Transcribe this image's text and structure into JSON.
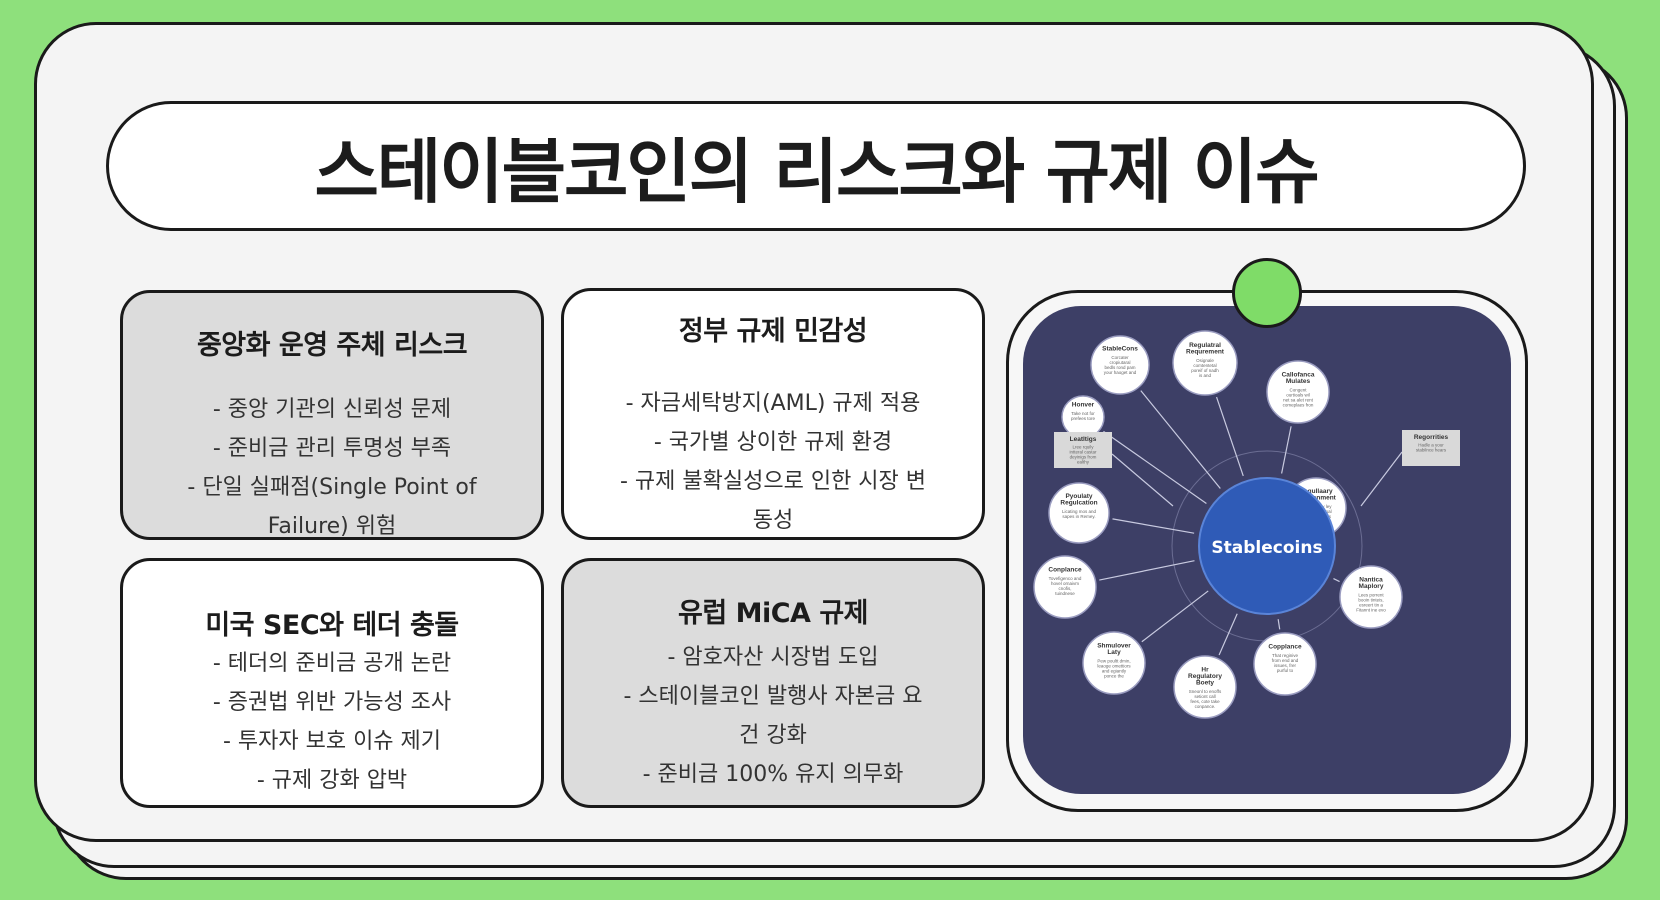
{
  "title": "스테이블코인의 리스크와 규제 이슈",
  "boxes": [
    {
      "heading": "중앙화 운영 주체 리스크",
      "items": [
        "- 중앙 기관의 신뢰성 문제",
        "- 준비금 관리 투명성 부족",
        "- 단일 실패점(Single Point of Failure) 위험"
      ]
    },
    {
      "heading": "정부 규제 민감성",
      "items": [
        "- 자금세탁방지(AML) 규제 적용",
        "- 국가별 상이한 규제 환경",
        "- 규제 불확실성으로 인한 시장 변동성"
      ]
    },
    {
      "heading": "미국 SEC와 테더 충돌",
      "items": [
        "- 테더의 준비금 공개 논란",
        "- 증권법 위반 가능성 조사",
        "- 투자자 보호 이슈 제기",
        "- 규제 강화 압박"
      ]
    },
    {
      "heading": "유럽 MiCA 규제",
      "items": [
        "- 암호자산 시장법 도입",
        "- 스테이블코인 발행사 자본금 요건 강화",
        "- 준비금 100% 유지 의무화"
      ]
    }
  ],
  "diagram": {
    "center": "Stablecoins",
    "nodes": [
      {
        "title": "Regulatral Requrement",
        "sub": "Osignale comtentetal poreif of nadh is and eperetations."
      },
      {
        "title": "Callofanca Mulates",
        "sub": "Congent ourtioals wil net sa alet rent comeplaes fron tent can canter mette"
      },
      {
        "title": "Regullaary Environment",
        "sub": "Pooded oey ley Port amsge inal rlos porccalties and ployite"
      },
      {
        "title": "Nantica Maplory",
        "sub": "Lees porrent booin tinteis, esreert tin a Fitannt ine evo cetalter will verits"
      },
      {
        "title": "Copplance",
        "sub": "That reginive from end and issues, frer purful to sarltey."
      },
      {
        "title": "Hr Regulatory Boety",
        "sub": "Sneonl to enoffs setiont call fees, cote take conpance."
      },
      {
        "title": "Shmulover Laty",
        "sub": "Pew poultt dmin, leaoge omettiors and egiantly ponce the benertfs halthe."
      },
      {
        "title": "Conplance",
        "sub": "Tovefigenco and hovel ornaivm cnofis, tuindnese duestion to nuress."
      },
      {
        "title": "Pyoulaty Regulcation",
        "sub": "Licating mos and sapes in Remey."
      },
      {
        "title": "Honver",
        "sub": "Take not for prefees tore"
      },
      {
        "title": "StableCons",
        "sub": "Corcater cropiutaral bedls rond pam your haoget and reconters"
      }
    ],
    "labels": [
      {
        "title": "Leatltigs",
        "sub": "Lree rquily intteral castar deyinigs from ealthy conplication."
      },
      {
        "title": "Regorrities",
        "sub": "Hadle a your stabilnce hears"
      }
    ]
  }
}
